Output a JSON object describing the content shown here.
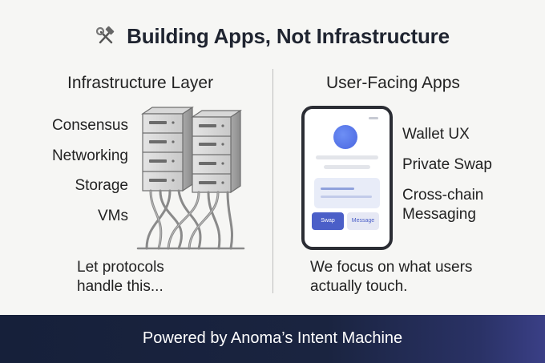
{
  "title": {
    "text": "Building Apps, Not Infrastructure",
    "icon": "hammer-wrench-icon"
  },
  "infrastructure": {
    "heading": "Infrastructure Layer",
    "items": [
      "Consensus",
      "Networking",
      "Storage",
      "VMs"
    ],
    "note_line1": "Let protocols",
    "note_line2": "handle this...",
    "icon": "server-rack-icon"
  },
  "apps": {
    "heading": "User-Facing Apps",
    "items": [
      "Wallet UX",
      "Private Swap",
      "Cross-chain",
      "Messaging"
    ],
    "note_line1": "We focus on what users",
    "note_line2": "actually touch.",
    "phone": {
      "swap_label": "Swap",
      "message_label": "Message",
      "icon": "smartphone-icon"
    }
  },
  "footer": {
    "text": "Powered by Anoma’s Intent Machine"
  },
  "colors": {
    "footer_bg": "#16203a",
    "accent": "#4b5fc8",
    "footer_text": "#ffffff"
  }
}
